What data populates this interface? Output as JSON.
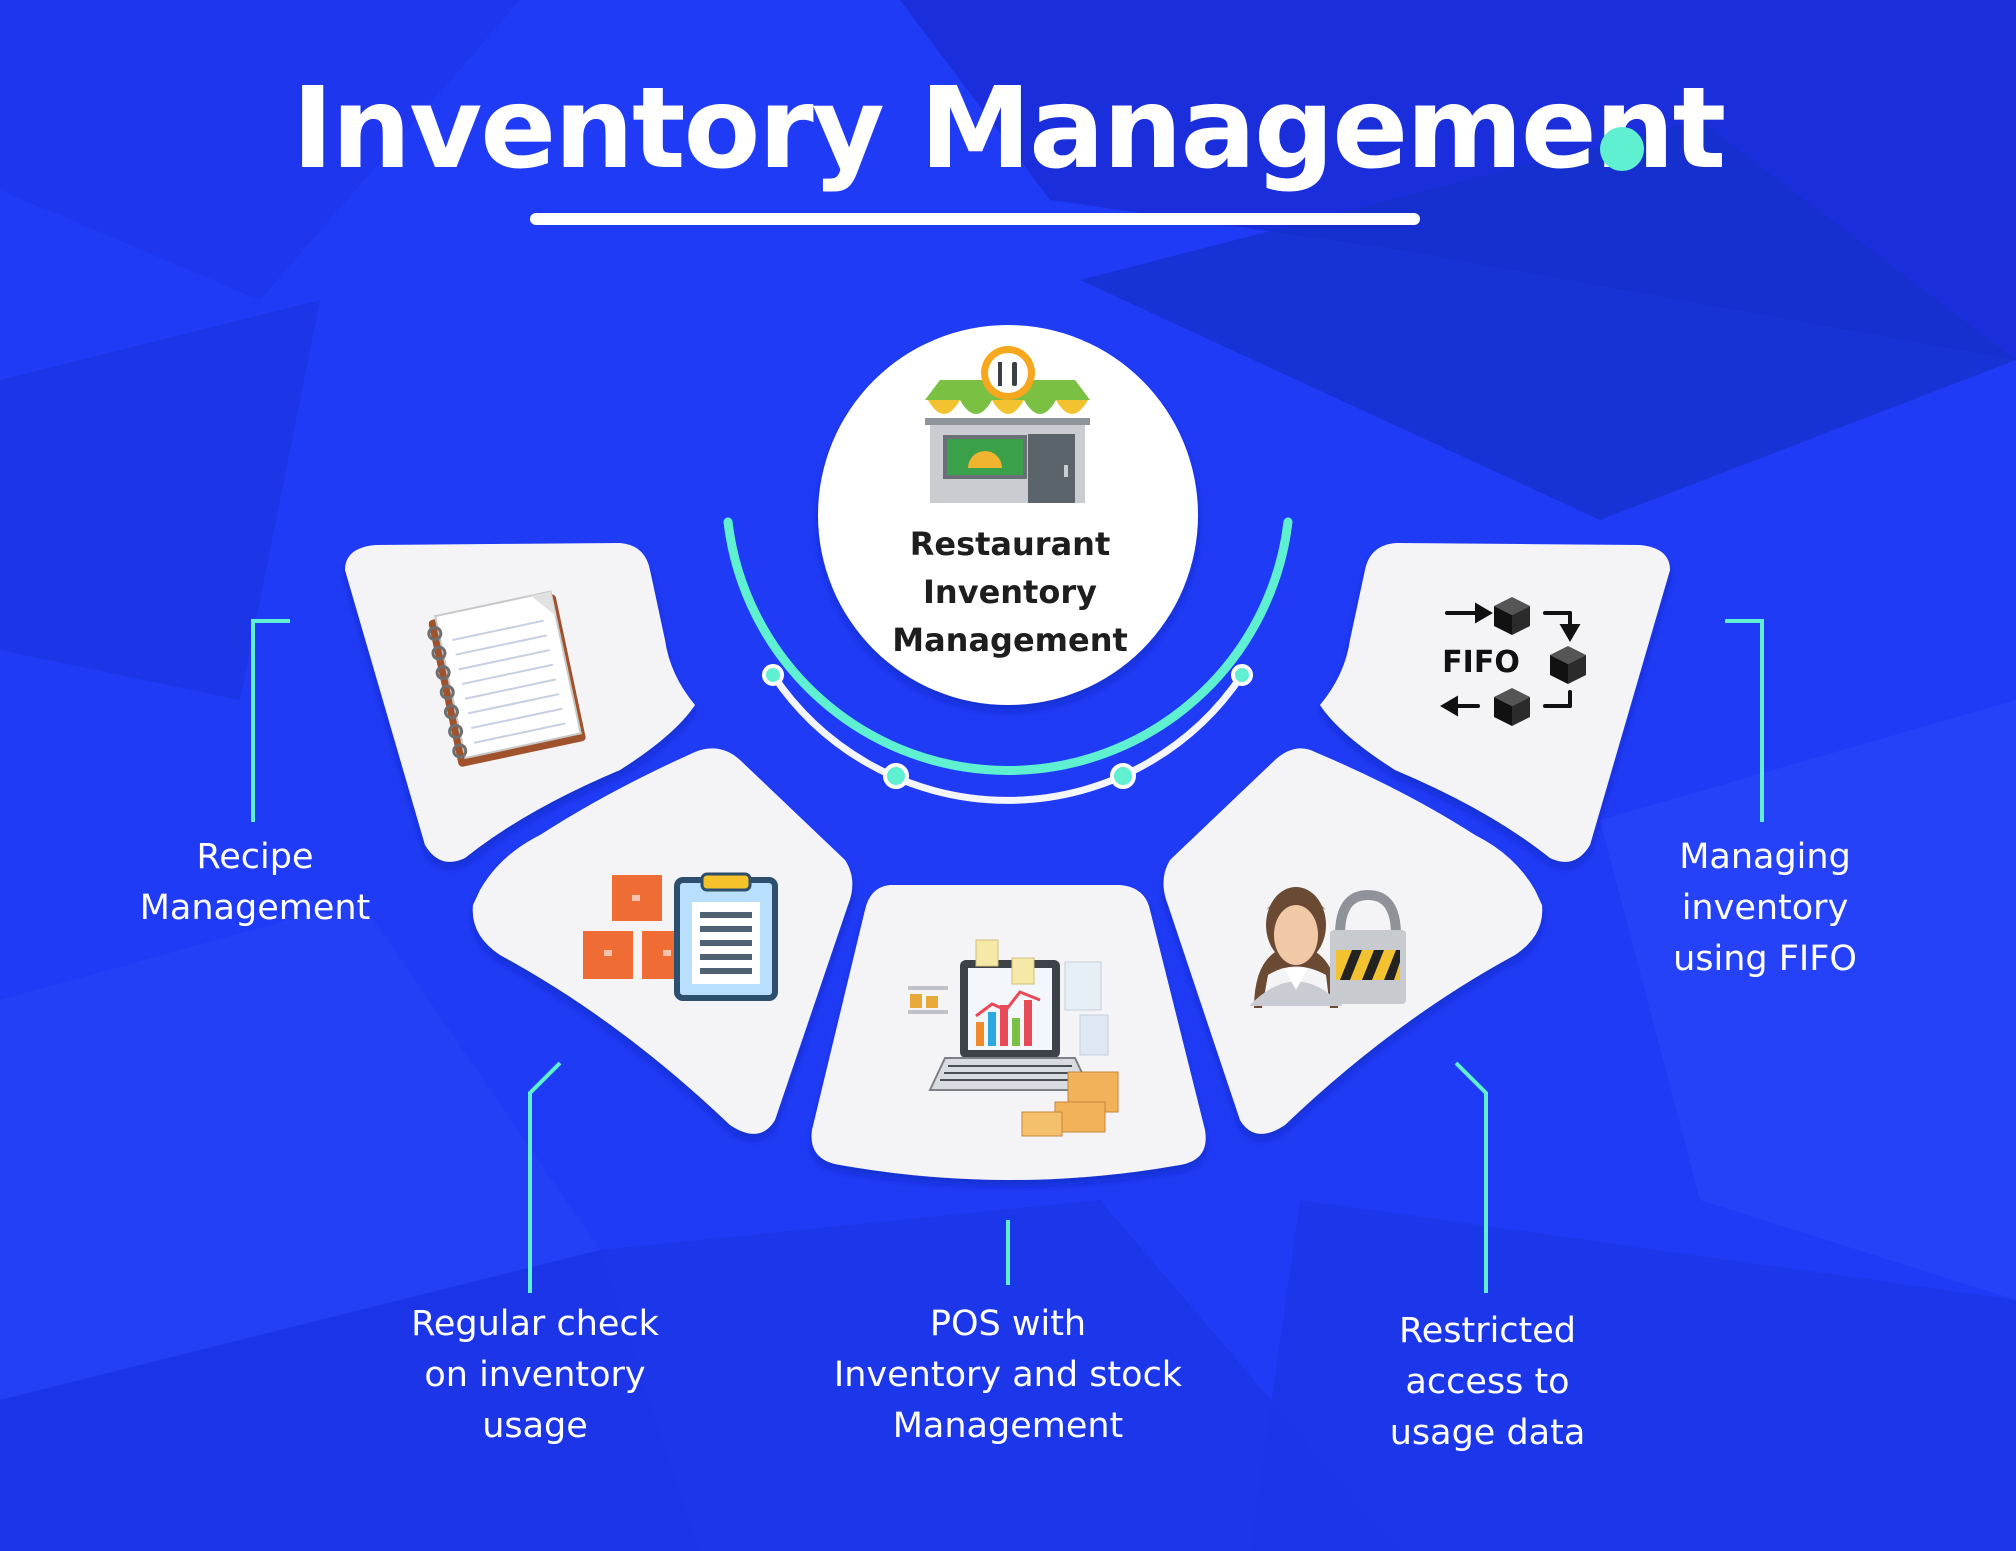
{
  "title": "Inventory Management",
  "center": {
    "label": "Restaurant\nInventory\nManagement"
  },
  "nodes": [
    {
      "label": "Recipe\nManagement",
      "icon": "notebook-icon"
    },
    {
      "label": "Regular check\non inventory\nusage",
      "icon": "boxes-clipboard-icon"
    },
    {
      "label": "POS with\nInventory and stock\nManagement",
      "icon": "laptop-analytics-icon"
    },
    {
      "label": "Restricted\naccess to\nusage data",
      "icon": "user-lock-icon"
    },
    {
      "label": "Managing\ninventory\nusing FIFO",
      "icon": "fifo-icon",
      "icon_text": "FIFO"
    }
  ],
  "colors": {
    "background": "#1f3bf5",
    "accent": "#5ff0d2",
    "card": "#f4f4f6"
  }
}
